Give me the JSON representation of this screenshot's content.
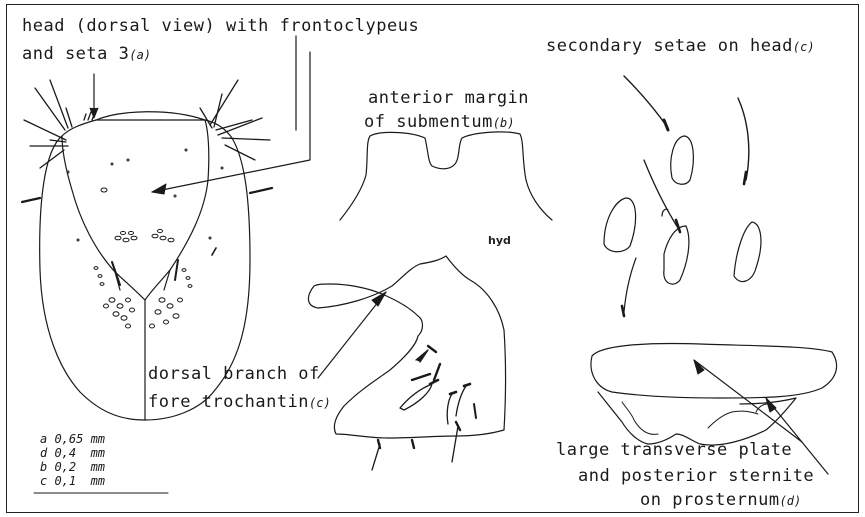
{
  "labels": {
    "head_line1": "head (dorsal view) with frontoclypeus",
    "head_line2": "and seta 3",
    "head_tag": "(a)",
    "submentum_line1": "anterior margin",
    "submentum_line2": "of submentum",
    "submentum_tag": "(b)",
    "secondary_setae": "secondary setae on head",
    "secondary_tag": "(c)",
    "trochantin_line1": "dorsal branch of",
    "trochantin_line2": "fore trochantin",
    "trochantin_tag": "(c)",
    "plate_line1": "large transverse plate",
    "plate_line2": "and posterior sternite",
    "plate_line3": "on prosternum",
    "plate_tag": "(d)",
    "hyd": "hyd"
  },
  "scale": {
    "a": "a 0,65 mm",
    "d": "d 0,4  mm",
    "b": "b 0,2  mm",
    "c": "c 0,1  mm"
  }
}
